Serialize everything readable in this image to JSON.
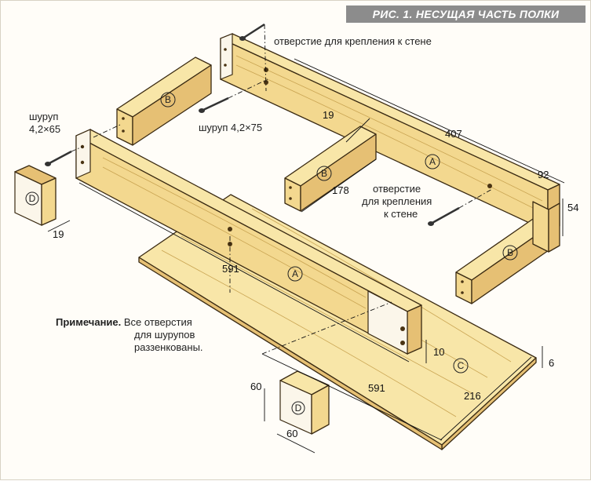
{
  "title": "РИС. 1. НЕСУЩАЯ ЧАСТЬ ПОЛКИ",
  "labels": {
    "hole_wall_top": "отверстие для крепления к стене",
    "hole_wall_right_1": "отверстие",
    "hole_wall_right_2": "для крепления",
    "hole_wall_right_3": "к стене",
    "screw_75": "шуруп 4,2×75",
    "screw_65_1": "шуруп",
    "screw_65_2": "4,2×65"
  },
  "parts": {
    "a_back": "A",
    "a_front": "A",
    "b_left": "B",
    "b_mid": "B",
    "b_right": "B",
    "c_panel": "C",
    "d_left": "D",
    "d_bottom": "D"
  },
  "dimensions": {
    "d19_top": "19",
    "d407": "407",
    "d92": "92",
    "d178": "178",
    "d54": "54",
    "d19_left": "19",
    "d591_top": "591",
    "d10": "10",
    "d6": "6",
    "d591_bottom": "591",
    "d216": "216",
    "d60_h": "60",
    "d60_w": "60"
  },
  "note": {
    "heading": "Примечание.",
    "line1": " Все отверстия",
    "line2": "для шурупов",
    "line3": "раззенкованы."
  },
  "colors": {
    "wood": "#f3d88f",
    "wood_dark": "#e6c074",
    "banner": "#8c8c8c",
    "outline": "#3a2a12"
  }
}
